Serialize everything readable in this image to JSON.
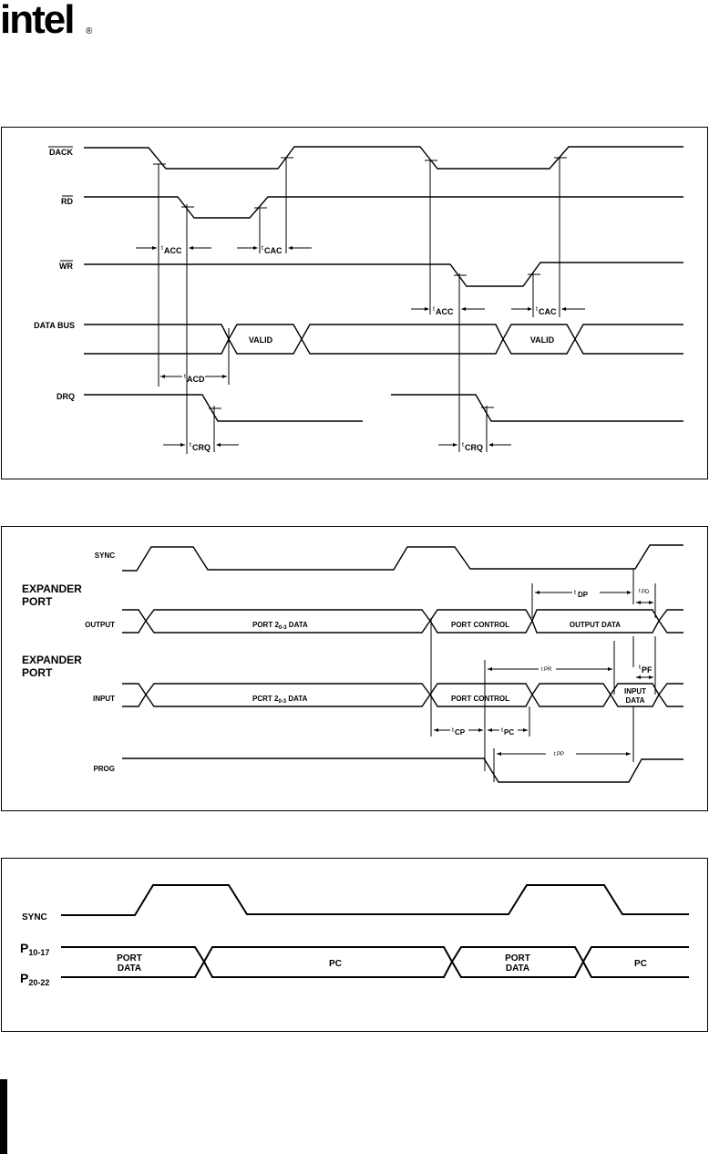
{
  "header": {
    "logo_text": "intel",
    "logo_mark": "®"
  },
  "diagrams": [
    {
      "id": "dma-timing",
      "signals": {
        "dack": "DACK",
        "rd": "RD",
        "wr": "WR",
        "data_bus": "DATA BUS",
        "drq": "DRQ"
      },
      "labels": {
        "valid_read": "VALID",
        "valid_write": "VALID",
        "t_acc_main": "t",
        "t_acc_sub": "ACC",
        "t_cac_main": "t",
        "t_cac_sub": "CAC",
        "t_acd_main": "t",
        "t_acd_sub": "ACD",
        "t_crq_main": "t",
        "t_crq_sub": "CRQ"
      }
    },
    {
      "id": "expander-port-timing",
      "signals": {
        "sync": "SYNC",
        "expander_port_1a": "EXPANDER",
        "expander_port_1b": "PORT",
        "output": "OUTPUT",
        "expander_port_2a": "EXPANDER",
        "expander_port_2b": "PORT",
        "input": "INPUT",
        "prog": "PROG"
      },
      "labels": {
        "output_port_data": "PORT 2",
        "output_port_data_sub": "0-3",
        "output_port_data_tail": " DATA",
        "output_port_control": "PORT CONTROL",
        "output_data": "OUTPUT DATA",
        "input_port_data": "PCRT 2",
        "input_port_data_sub": "0-3",
        "input_port_data_tail": " DATA",
        "input_port_control": "PORT CONTROL",
        "input_data_1": "INPUT",
        "input_data_2": "DATA",
        "t_dp": "DP",
        "t_pd": "PD",
        "t_pr": "PR",
        "t_pf": "PF",
        "t_cp": "CP",
        "t_pc": "PC",
        "t_pp": "PP",
        "t_prefix": "t"
      }
    },
    {
      "id": "port-multiplex-timing",
      "signals": {
        "sync": "SYNC",
        "p1": "P",
        "p1_sub": "10-17",
        "p2": "P",
        "p2_sub": "20-22"
      },
      "labels": {
        "port_data_1a": "PORT",
        "port_data_1b": "DATA",
        "pc_1": "PC",
        "port_data_2a": "PORT",
        "port_data_2b": "DATA",
        "pc_2": "PC"
      }
    }
  ]
}
